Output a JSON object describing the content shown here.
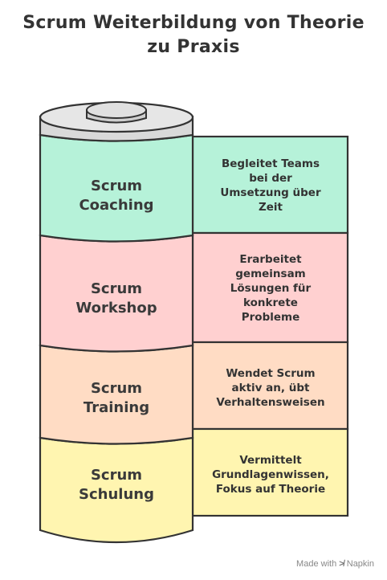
{
  "title": {
    "line1": "Scrum Weiterbildung von Theorie",
    "line2": "zu Praxis"
  },
  "levels": [
    {
      "name_line1": "Scrum",
      "name_line2": "Coaching",
      "description": [
        "Begleitet Teams",
        "bei der",
        "Umsetzung über",
        "Zeit"
      ],
      "color": "#b6f2d9"
    },
    {
      "name_line1": "Scrum",
      "name_line2": "Workshop",
      "description": [
        "Erarbeitet",
        "gemeinsam",
        "Lösungen für",
        "konkrete",
        "Probleme"
      ],
      "color": "#ffd0d0"
    },
    {
      "name_line1": "Scrum",
      "name_line2": "Training",
      "description": [
        "Wendet Scrum",
        "aktiv an, übt",
        "Verhaltensweisen"
      ],
      "color": "#ffdcc4"
    },
    {
      "name_line1": "Scrum",
      "name_line2": "Schulung",
      "description": [
        "Vermittelt",
        "Grundlagenwissen,",
        "Fokus auf Theorie"
      ],
      "color": "#fff5b0"
    }
  ],
  "footer": {
    "made_with": "Made with",
    "brand": "Napkin"
  }
}
